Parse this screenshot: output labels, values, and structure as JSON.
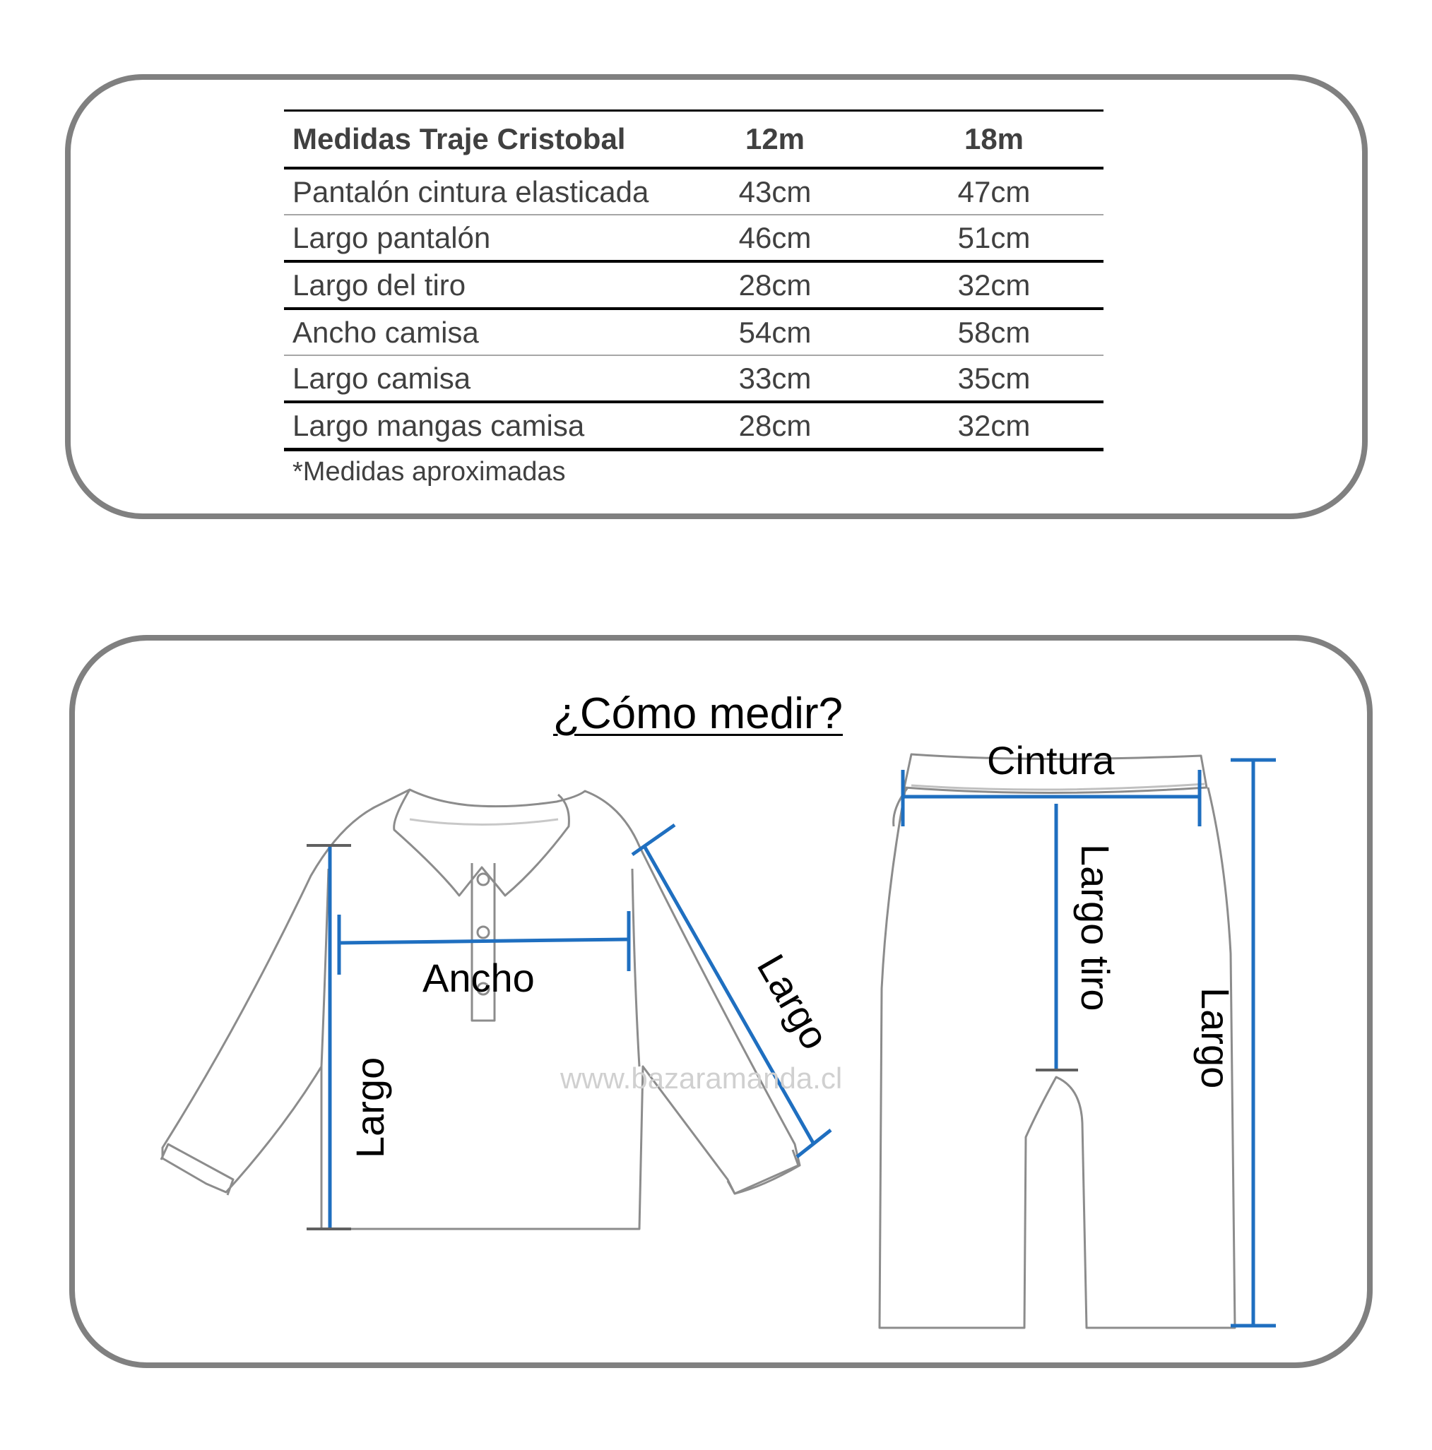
{
  "table": {
    "headers": [
      "Medidas Traje Cristobal",
      "12m",
      "18m"
    ],
    "rows": [
      {
        "label": "Pantalón cintura elasticada",
        "v12": "43cm",
        "v18": "47cm"
      },
      {
        "label": "Largo pantalón",
        "v12": "46cm",
        "v18": "51cm"
      },
      {
        "label": "Largo del tiro",
        "v12": "28cm",
        "v18": "32cm"
      },
      {
        "label": "Ancho camisa",
        "v12": "54cm",
        "v18": "58cm"
      },
      {
        "label": "Largo camisa",
        "v12": "33cm",
        "v18": "35cm"
      },
      {
        "label": "Largo mangas camisa",
        "v12": "28cm",
        "v18": "32cm"
      }
    ],
    "note": "*Medidas aproximadas"
  },
  "diagram": {
    "title": "¿Cómo medir?",
    "shirt_labels": {
      "width": "Ancho",
      "length": "Largo",
      "sleeve": "Largo"
    },
    "pants_labels": {
      "waist": "Cintura",
      "rise": "Largo tiro",
      "length": "Largo"
    },
    "watermark": "www.bazaramanda.cl",
    "colors": {
      "measure_line": "#1f6fc0",
      "outline": "#8c8c8c",
      "border": "#808080"
    }
  }
}
